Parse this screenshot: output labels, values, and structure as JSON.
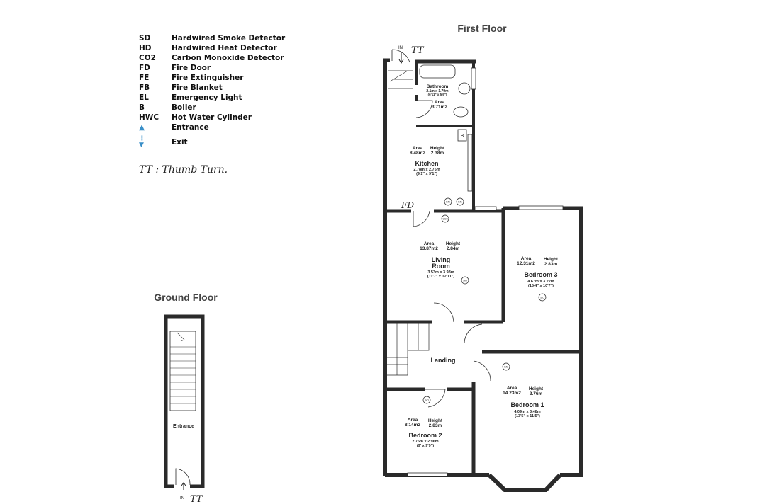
{
  "titles": {
    "first_floor": "First Floor",
    "ground_floor": "Ground Floor"
  },
  "legend": [
    {
      "code": "SD",
      "label": "Hardwired Smoke Detector"
    },
    {
      "code": "HD",
      "label": "Hardwired Heat Detector"
    },
    {
      "code": "CO2",
      "label": "Carbon Monoxide Detector"
    },
    {
      "code": "FD",
      "label": "Fire Door"
    },
    {
      "code": "FE",
      "label": "Fire Extinguisher"
    },
    {
      "code": "FB",
      "label": "Fire Blanket"
    },
    {
      "code": "EL",
      "label": "Emergency Light"
    },
    {
      "code": "B",
      "label": "Boiler"
    },
    {
      "code": "HWC",
      "label": "Hot Water Cylinder"
    },
    {
      "code": "entrance-arrow",
      "label": "Entrance"
    },
    {
      "code": "exit-arrow",
      "label": "Exit"
    }
  ],
  "handwritten_note": "TT : Thumb Turn.",
  "annotations": {
    "in": "IN",
    "tt": "TT",
    "fd": "FD",
    "boiler": "B",
    "sd": "S/D",
    "fb": "F/B",
    "fe": "F/E",
    "co2": "CO2"
  },
  "rooms": {
    "bathroom": {
      "name": "Bathroom",
      "dims": "2.1m x 1.79m",
      "imperial": "(6'11\" x 5'9\")",
      "area_label": "Area",
      "area": "3.71m2"
    },
    "kitchen": {
      "name": "Kitchen",
      "dims": "2.78m x 2.76m",
      "imperial": "(9'1\" x 9'1\")",
      "area_label": "Area",
      "area": "8.48m2",
      "height_label": "Height",
      "height": "2.38m"
    },
    "living": {
      "name1": "Living",
      "name2": "Room",
      "dims": "3.53m x 3.93m",
      "imperial": "(11'7\" x 12'11\")",
      "area_label": "Area",
      "area": "13.87m2",
      "height_label": "Height",
      "height": "2.84m"
    },
    "bedroom3": {
      "name": "Bedroom 3",
      "dims": "4.67m x 3.22m",
      "imperial": "(15'4\" x 10'7\")",
      "area_label": "Area",
      "area": "12.31m2",
      "height_label": "Height",
      "height": "2.83m"
    },
    "landing": {
      "name": "Landing"
    },
    "bedroom1": {
      "name": "Bedroom 1",
      "dims": "4.09m x 3.48m",
      "imperial": "(13'5\" x 11'5\")",
      "area_label": "Area",
      "area": "14.23m2",
      "height_label": "Height",
      "height": "2.76m"
    },
    "bedroom2": {
      "name": "Bedroom 2",
      "dims": "2.75m x 2.96m",
      "imperial": "(9' x 9'9\")",
      "area_label": "Area",
      "area": "8.14m2",
      "height_label": "Height",
      "height": "2.83m"
    },
    "entrance": {
      "name": "Entrance"
    }
  },
  "colors": {
    "wall": "#2a2a2a",
    "arrow": "#3a8fc8"
  }
}
